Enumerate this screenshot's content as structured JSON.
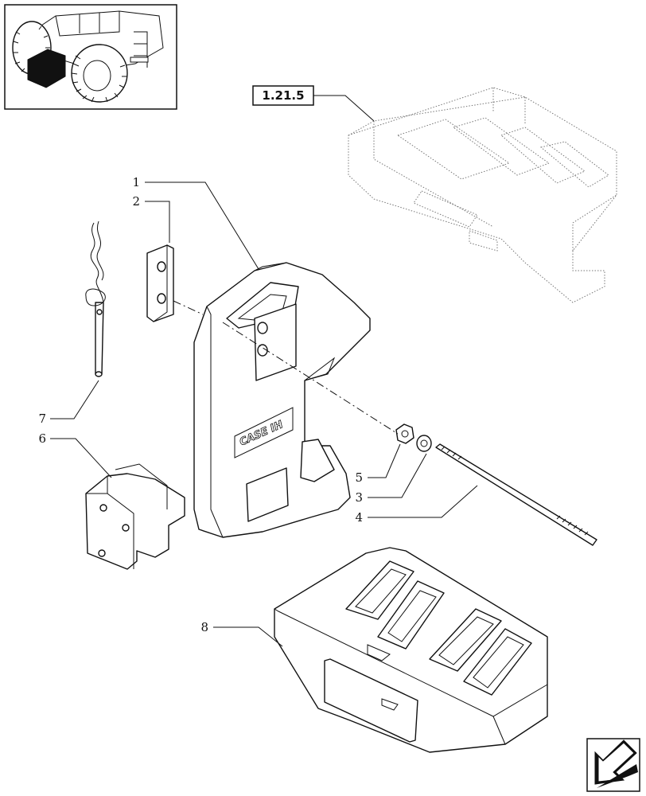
{
  "reference_box": {
    "label": "1.21.5"
  },
  "logo": {
    "text": "CASE IH"
  },
  "callouts": [
    {
      "id": "1",
      "label": "1"
    },
    {
      "id": "2",
      "label": "2"
    },
    {
      "id": "3",
      "label": "3"
    },
    {
      "id": "4",
      "label": "4"
    },
    {
      "id": "5",
      "label": "5"
    },
    {
      "id": "6",
      "label": "6"
    },
    {
      "id": "7",
      "label": "7"
    },
    {
      "id": "8",
      "label": "8"
    }
  ],
  "icons": {
    "thumbnail": "tractor-thumbnail-icon",
    "navigation": "next-page-arrow-icon"
  }
}
